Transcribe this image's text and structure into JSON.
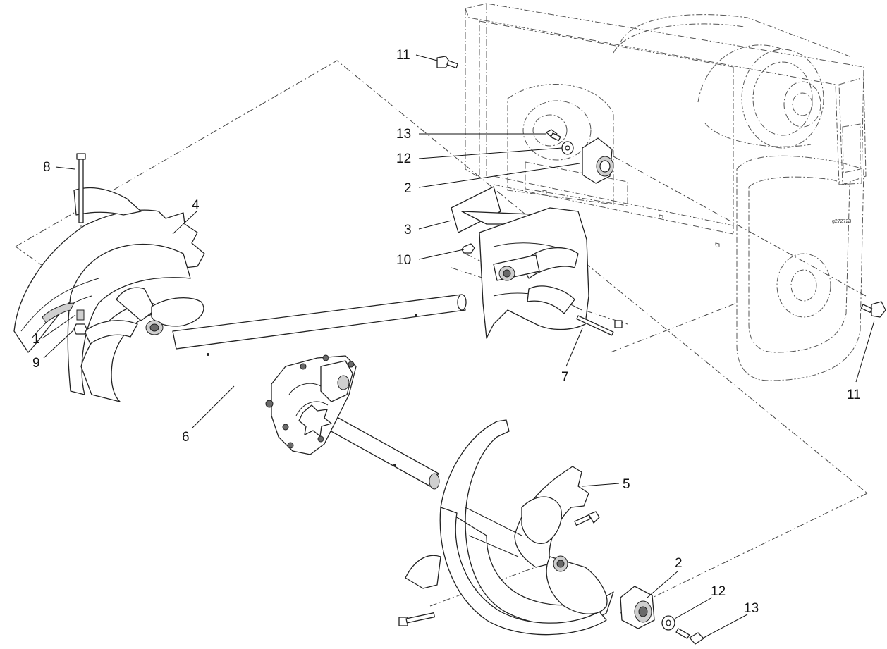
{
  "diagram": {
    "drawing_tag": "g272723",
    "callouts": [
      {
        "id": "c11a",
        "label": "11"
      },
      {
        "id": "c13a",
        "label": "13"
      },
      {
        "id": "c12a",
        "label": "12"
      },
      {
        "id": "c2a",
        "label": "2"
      },
      {
        "id": "c3",
        "label": "3"
      },
      {
        "id": "c10",
        "label": "10"
      },
      {
        "id": "c8",
        "label": "8"
      },
      {
        "id": "c4",
        "label": "4"
      },
      {
        "id": "c1",
        "label": "1"
      },
      {
        "id": "c9",
        "label": "9"
      },
      {
        "id": "c7",
        "label": "7"
      },
      {
        "id": "c11b",
        "label": "11"
      },
      {
        "id": "c6",
        "label": "6"
      },
      {
        "id": "c5",
        "label": "5"
      },
      {
        "id": "c2b",
        "label": "2"
      },
      {
        "id": "c12b",
        "label": "12"
      },
      {
        "id": "c13b",
        "label": "13"
      }
    ]
  }
}
